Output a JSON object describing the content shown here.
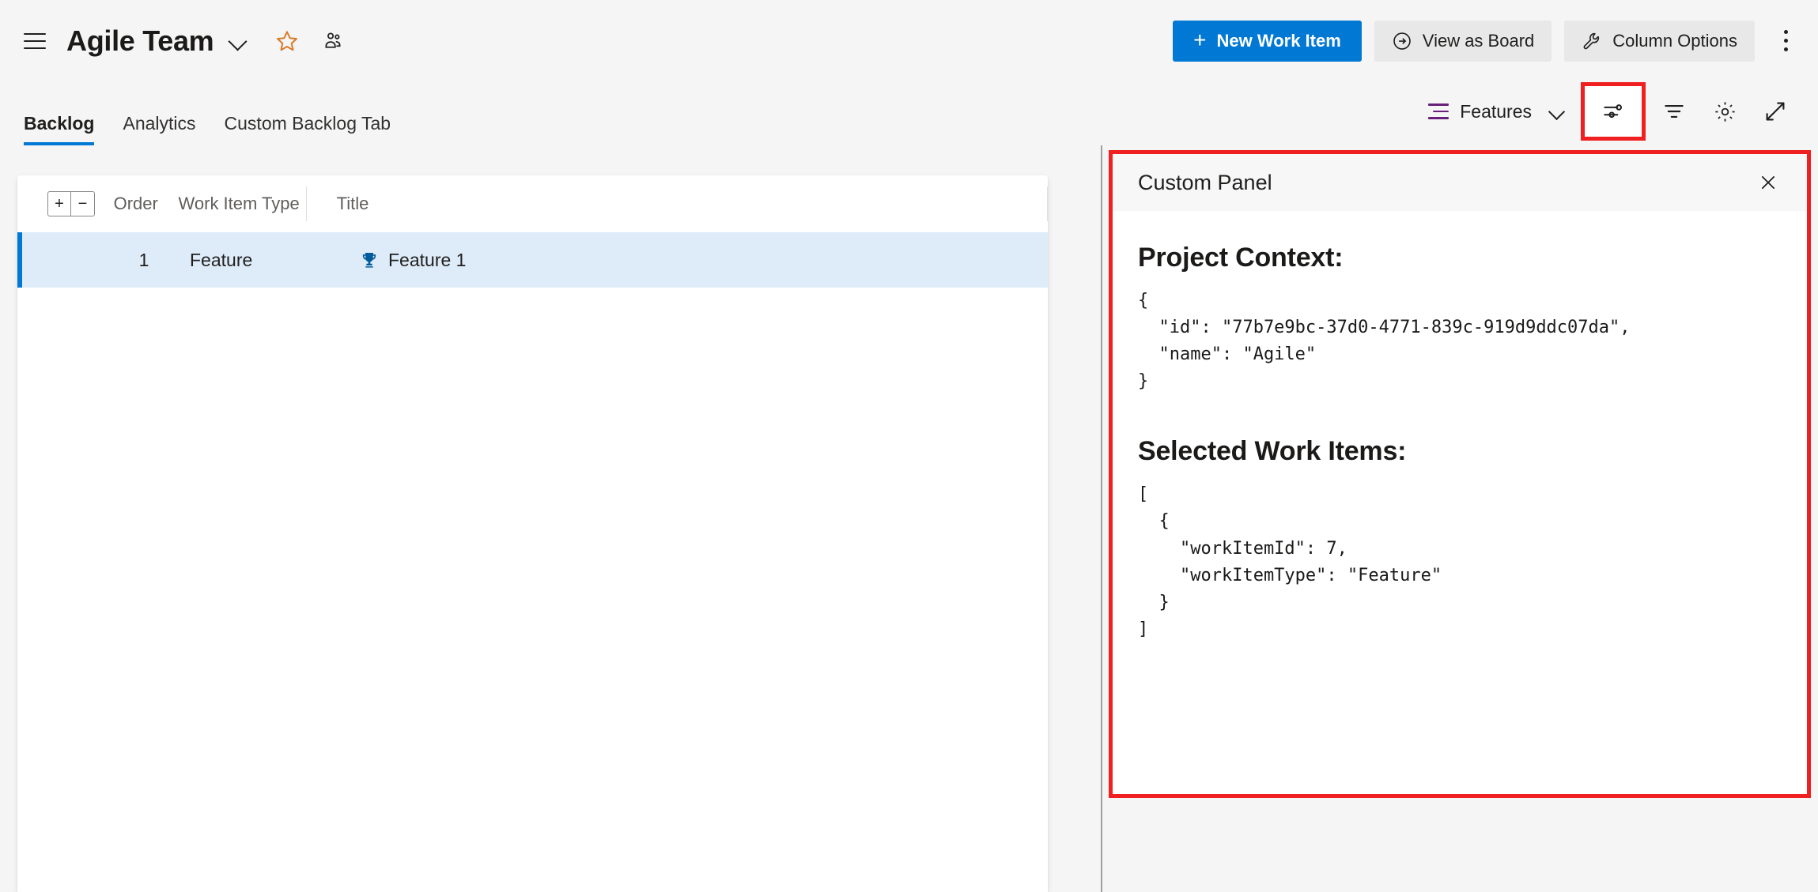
{
  "topbar": {
    "menu_icon": "hamburger-icon",
    "team_name": "Agile Team",
    "team_chevron_icon": "chevron-down-icon",
    "favorite_icon": "star-icon",
    "team_members_icon": "people-icon",
    "new_work_item_label": "New Work Item",
    "new_work_item_plus": "+",
    "view_as_board_label": "View as Board",
    "view_as_board_icon": "arrow-right-circle-icon",
    "column_options_label": "Column Options",
    "column_options_icon": "wrench-icon",
    "more_actions_icon": "kebab-menu-icon"
  },
  "tabs": {
    "items": [
      {
        "label": "Backlog",
        "active": true
      },
      {
        "label": "Analytics",
        "active": false
      },
      {
        "label": "Custom Backlog Tab",
        "active": false
      }
    ]
  },
  "toolbar": {
    "backlog_level_icon": "backlog-levels-icon",
    "backlog_level_label": "Features",
    "backlog_level_chevron": "chevron-down-icon",
    "view_options_icon": "view-options-sliders-icon",
    "filter_icon": "filter-icon",
    "settings_icon": "gear-icon",
    "fullscreen_icon": "expand-diagonal-icon",
    "highlight_color": "#f02020"
  },
  "grid": {
    "expand_all_label": "+",
    "collapse_all_label": "−",
    "columns": [
      "Order",
      "Work Item Type",
      "Title"
    ],
    "rows": [
      {
        "order": "1",
        "work_item_type": "Feature",
        "title": "Feature 1",
        "type_icon": "trophy-icon",
        "selected": true
      }
    ]
  },
  "panel": {
    "title": "Custom Panel",
    "close_icon": "close-icon",
    "section_one_heading": "Project Context:",
    "section_one_code": "{\n  \"id\": \"77b7e9bc-37d0-4771-839c-919d9ddc07da\",\n  \"name\": \"Agile\"\n}",
    "section_two_heading": "Selected Work Items:",
    "section_two_code": "[\n  {\n    \"workItemId\": 7,\n    \"workItemType\": \"Feature\"\n  }\n]",
    "border_color": "#f02020"
  },
  "colors": {
    "accent": "#0078d4",
    "selection_row": "#deecf9",
    "features_icon": "#68217a",
    "highlight": "#f02020",
    "favorite_star": "#d97b28"
  }
}
